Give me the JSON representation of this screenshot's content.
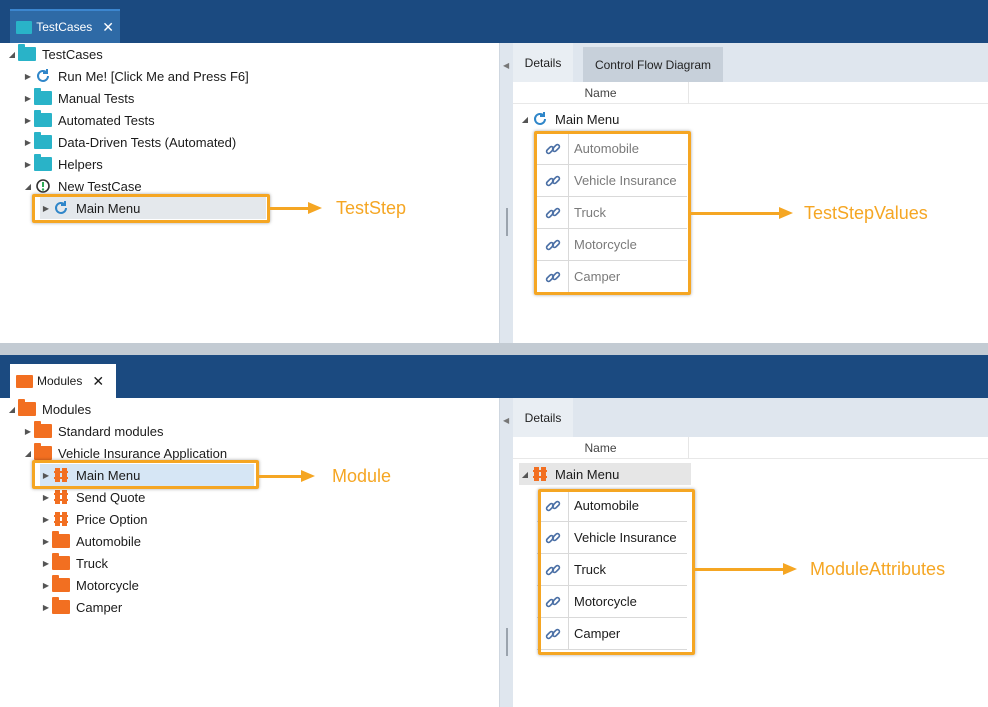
{
  "top": {
    "tab": {
      "label": "TestCases",
      "close": "✕"
    },
    "tree": [
      {
        "label": "TestCases",
        "icon": "folder-teal-icon"
      },
      {
        "label": "Run Me! [Click Me and Press F6]",
        "icon": "refresh-icon"
      },
      {
        "label": "Manual Tests",
        "icon": "folder-teal-icon"
      },
      {
        "label": "Automated Tests",
        "icon": "folder-teal-icon"
      },
      {
        "label": "Data-Driven Tests (Automated)",
        "icon": "folder-teal-icon"
      },
      {
        "label": "Helpers",
        "icon": "folder-teal-icon"
      },
      {
        "label": "New TestCase",
        "icon": "testcase-icon"
      },
      {
        "label": "Main Menu",
        "icon": "refresh-icon"
      }
    ],
    "details_tabs": [
      "Details",
      "Control Flow Diagram"
    ],
    "column_header": "Name",
    "detail_root": "Main Menu",
    "values": [
      "Automobile",
      "Vehicle Insurance",
      "Truck",
      "Motorcycle",
      "Camper"
    ],
    "callouts": {
      "tree": "TestStep",
      "values": "TestStepValues"
    }
  },
  "bottom": {
    "tab": {
      "label": "Modules",
      "close": "✕"
    },
    "tree": [
      {
        "label": "Modules",
        "icon": "folder-orange-icon"
      },
      {
        "label": "Standard modules",
        "icon": "folder-orange-icon"
      },
      {
        "label": "Vehicle Insurance Application",
        "icon": "folder-orange-icon"
      },
      {
        "label": "Main Menu",
        "icon": "module-icon"
      },
      {
        "label": "Send Quote",
        "icon": "module-icon"
      },
      {
        "label": "Price Option",
        "icon": "module-icon"
      },
      {
        "label": "Automobile",
        "icon": "folder-orange-icon"
      },
      {
        "label": "Truck",
        "icon": "folder-orange-icon"
      },
      {
        "label": "Motorcycle",
        "icon": "folder-orange-icon"
      },
      {
        "label": "Camper",
        "icon": "folder-orange-icon"
      }
    ],
    "details_tabs": [
      "Details"
    ],
    "column_header": "Name",
    "detail_root": "Main Menu",
    "values": [
      "Automobile",
      "Vehicle Insurance",
      "Truck",
      "Motorcycle",
      "Camper"
    ],
    "callouts": {
      "tree": "Module",
      "values": "ModuleAttributes"
    }
  },
  "colors": {
    "header": "#1b4a80",
    "highlight": "#f5a623",
    "teal_folder": "#29b3c8",
    "orange_folder": "#f26f21"
  }
}
